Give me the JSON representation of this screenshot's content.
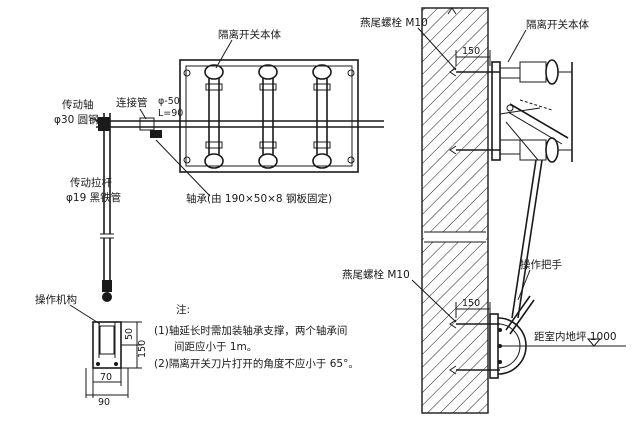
{
  "labels": {
    "switch_body_left": "隔离开关本体",
    "drive_shaft": "传动轴",
    "drive_shaft_spec": "φ30 圆钢",
    "connecting_pipe": "连接管",
    "pipe_phi": "φ-50",
    "pipe_len": "L=90",
    "pull_rod": "传动拉杆",
    "pull_rod_spec": "φ19 黑铁管",
    "bearing": "轴承(由 190×50×8 钢板固定)",
    "operating_mech": "操作机构",
    "dovetail_top": "燕尾螺栓 M10",
    "dovetail_bottom": "燕尾螺栓 M10",
    "switch_body_right": "隔离开关本体",
    "operating_handle": "操作把手",
    "floor_height": "距室内地坪 1000"
  },
  "dimensions": {
    "d50": "50",
    "d150v": "150",
    "d70": "70",
    "d90": "90",
    "d150_top": "150",
    "d150_bottom": "150"
  },
  "notes": {
    "heading": "注:",
    "line1": "(1)轴延长时需加装轴承支撑，两个轴承间",
    "line2": "间距应小于 1m。",
    "line3": "(2)隔离开关刀片打开的角度不应小于 65°。"
  }
}
